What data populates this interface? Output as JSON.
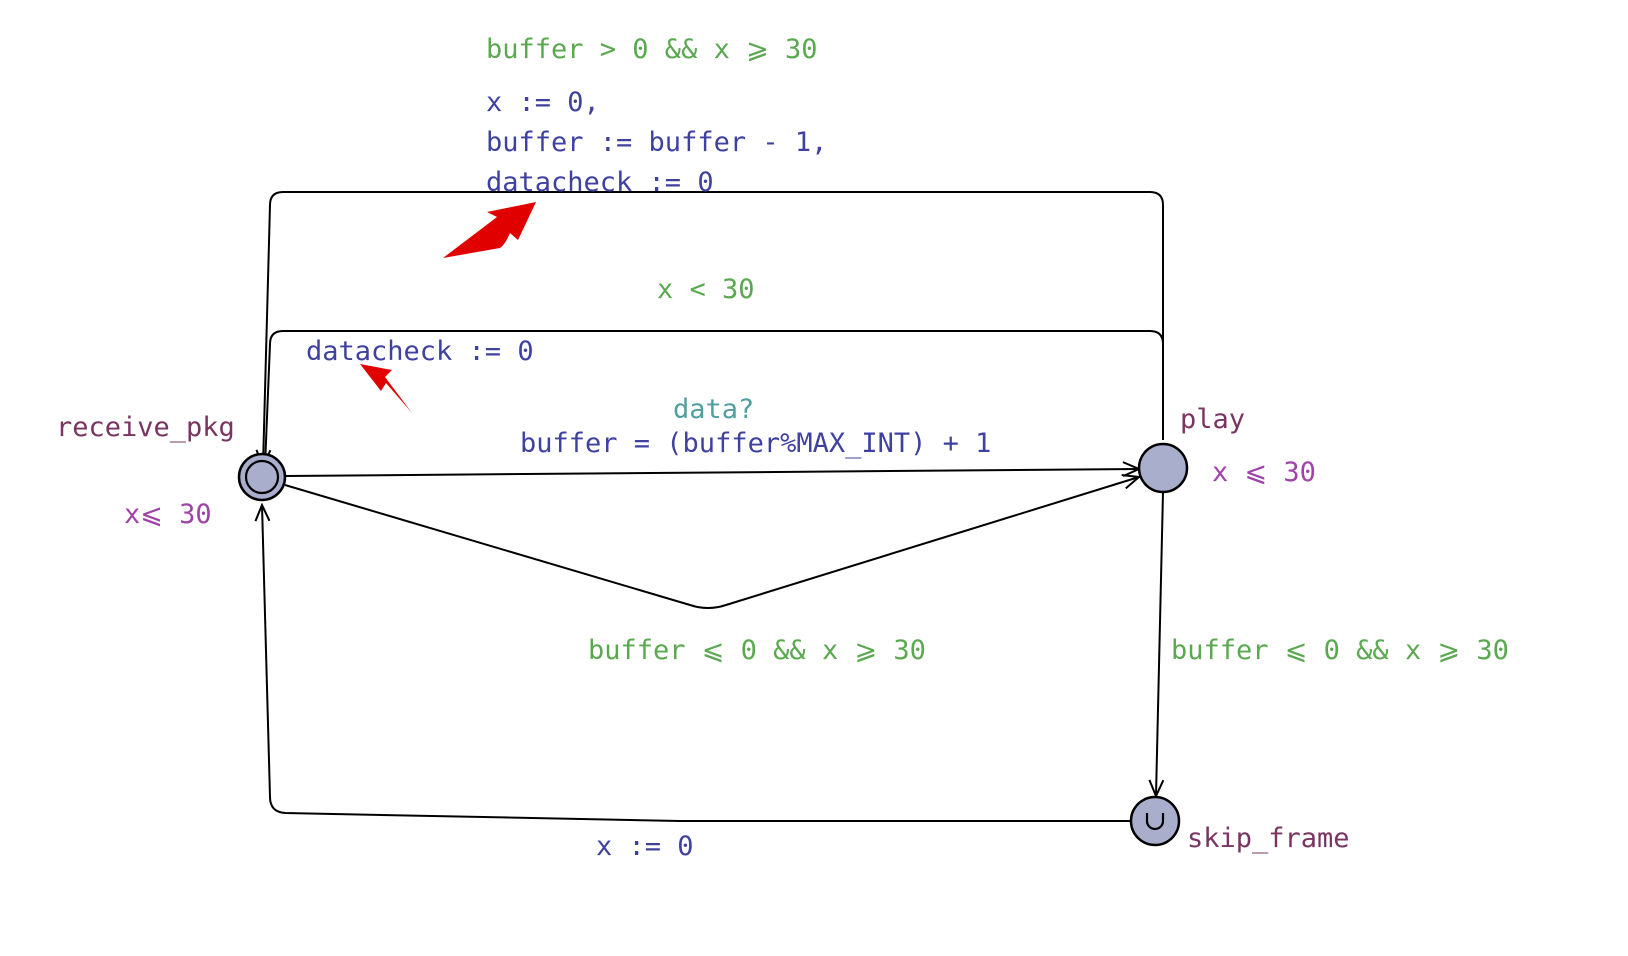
{
  "locations": {
    "receive_pkg": {
      "name": "receive_pkg",
      "invariant": "x⩽ 30",
      "initial": true
    },
    "play": {
      "name": "play",
      "invariant": "x ⩽ 30"
    },
    "skip_frame": {
      "name": "skip_frame",
      "urgent_symbol": "∪"
    }
  },
  "edges": {
    "play_to_receive_top": {
      "guard": "buffer > 0 && x ⩾ 30",
      "updates": [
        "x := 0,",
        "buffer := buffer - 1,",
        "datacheck := 0"
      ]
    },
    "play_to_receive_mid": {
      "guard": "x < 30",
      "update": "datacheck := 0"
    },
    "receive_to_play": {
      "sync": "data?",
      "update": "buffer = (buffer%MAX_INT) + 1"
    },
    "receive_to_play_bent": {
      "guard": "buffer ⩽ 0 && x ⩾ 30"
    },
    "play_to_skip": {
      "guard": "buffer ⩽ 0 && x ⩾ 30"
    },
    "skip_to_receive": {
      "update": "x := 0"
    }
  },
  "annotations": {
    "pointer_color": "#e00000",
    "pointers": [
      "red-arrow-to-datacheck-top",
      "red-arrow-to-datacheck-mid"
    ]
  },
  "colors": {
    "guard": "#5aa84f",
    "update": "#3f41a0",
    "sync": "#4f9fa0",
    "location_name": "#7a3461",
    "invariant": "#a043a8",
    "location_fill": "#a8aecb"
  }
}
